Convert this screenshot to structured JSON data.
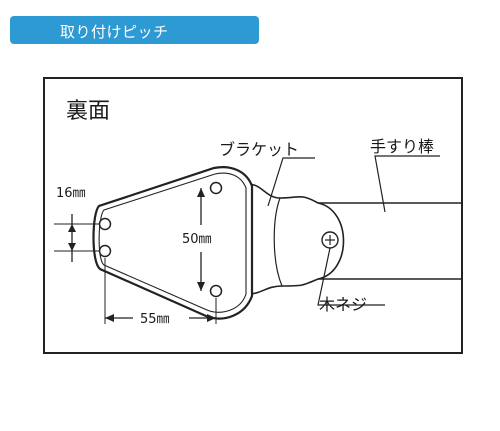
{
  "header": {
    "title": "取り付けピッチ",
    "color": "#2e9ad3"
  },
  "diagram": {
    "view_label": "裏面",
    "bracket_label": "ブラケット",
    "handrail_label": "手すり棒",
    "screw_label": "木ネジ",
    "dim_vertical_small": "16㎜",
    "dim_vertical_large": "50㎜",
    "dim_horizontal": "55㎜"
  }
}
